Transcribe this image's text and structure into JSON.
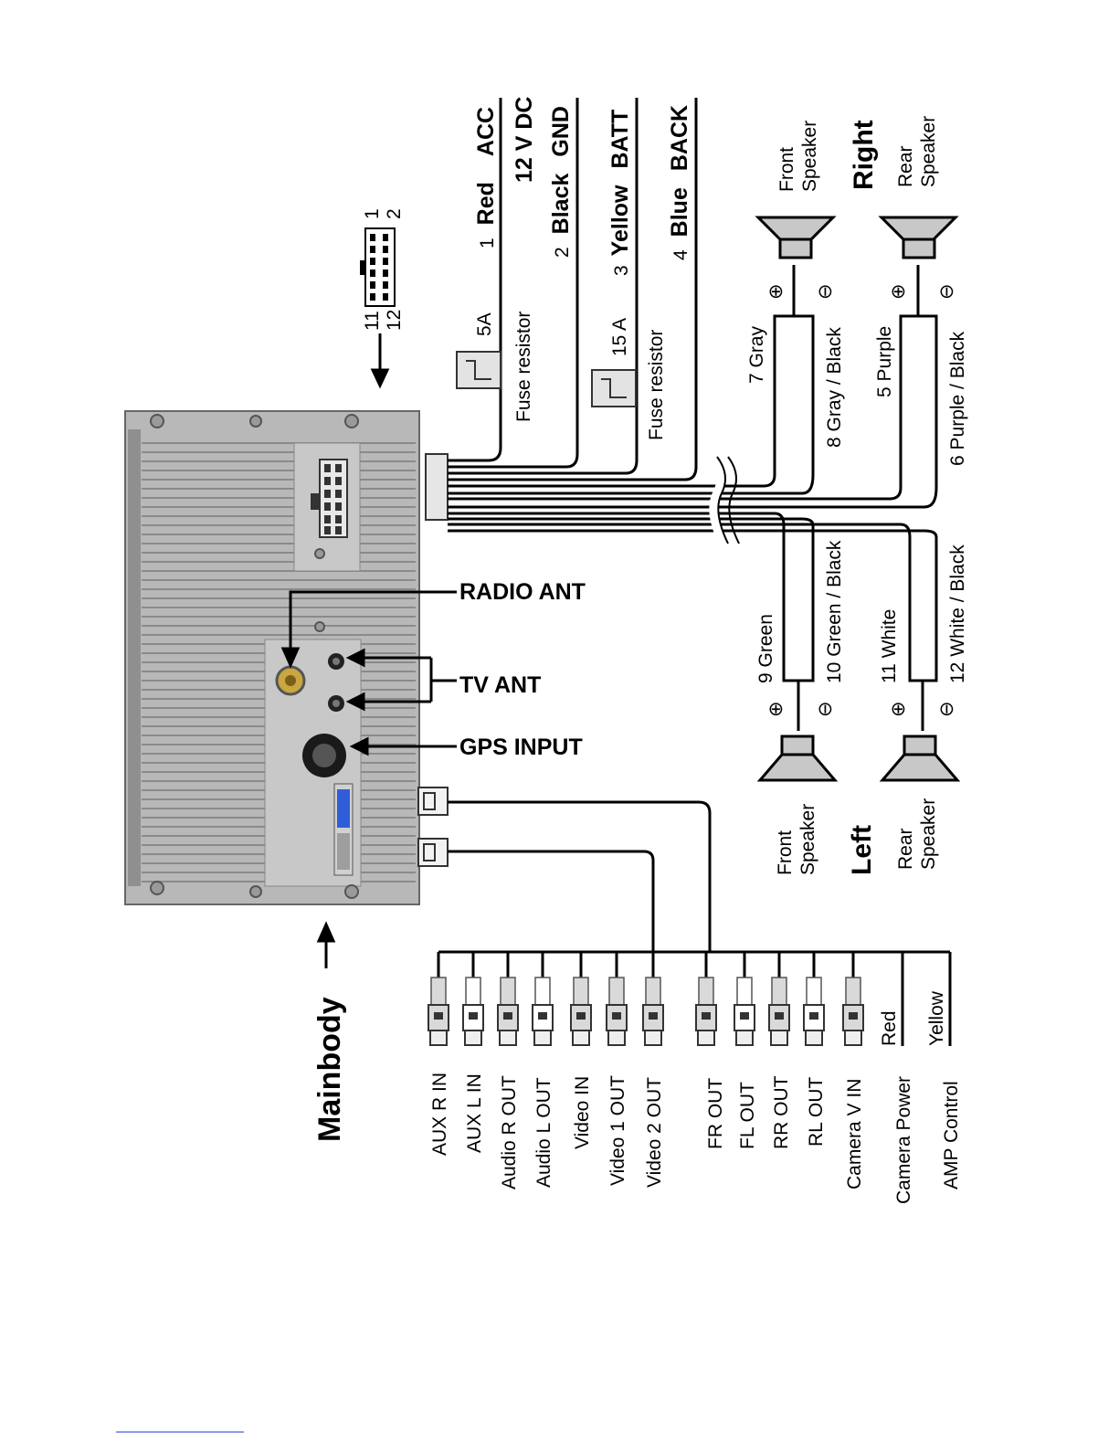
{
  "power_wires": [
    {
      "num": "1",
      "color": "Red",
      "func": "ACC",
      "note": "12 V DC"
    },
    {
      "num": "2",
      "color": "Black",
      "func": "GND"
    },
    {
      "num": "3",
      "color": "Yellow",
      "func": "BATT"
    },
    {
      "num": "4",
      "color": "Blue",
      "func": "BACK"
    }
  ],
  "fuses": [
    {
      "rating": "5A",
      "label": "Fuse resistor"
    },
    {
      "rating": "15 A",
      "label": "Fuse resistor"
    }
  ],
  "connector_pins": {
    "top_left": "11",
    "bottom_left": "12",
    "top_right": "1",
    "bottom_right": "2"
  },
  "antenna_labels": {
    "radio": "RADIO ANT",
    "tv": "TV ANT",
    "gps": "GPS INPUT"
  },
  "speakers": {
    "right_label": "Right",
    "left_label": "Left",
    "front_speaker_line1": "Front",
    "front_speaker_line2": "Speaker",
    "rear_speaker_line1": "Rear",
    "rear_speaker_line2": "Speaker",
    "plus_symbol": "⊕",
    "minus_symbol": "⊖",
    "wires": [
      {
        "label": "7  Gray"
      },
      {
        "label": "8  Gray / Black"
      },
      {
        "label": "5  Purple"
      },
      {
        "label": "6  Purple / Black"
      },
      {
        "label": "9  Green"
      },
      {
        "label": "10  Green / Black"
      },
      {
        "label": "11  White"
      },
      {
        "label": "12  White / Black"
      }
    ]
  },
  "mainbody_label": "Mainbody",
  "rca_labels": [
    "AUX R IN",
    "AUX L IN",
    "Audio R OUT",
    "Audio L OUT",
    "Video IN",
    "Video 1 OUT",
    "Video 2 OUT",
    "FR  OUT",
    "FL  OUT",
    "RR OUT",
    "RL OUT",
    "Camera  V IN",
    "Camera Power",
    "AMP Control"
  ],
  "lead_colors": {
    "camera_power": "Red",
    "amp_control": "Yellow"
  }
}
